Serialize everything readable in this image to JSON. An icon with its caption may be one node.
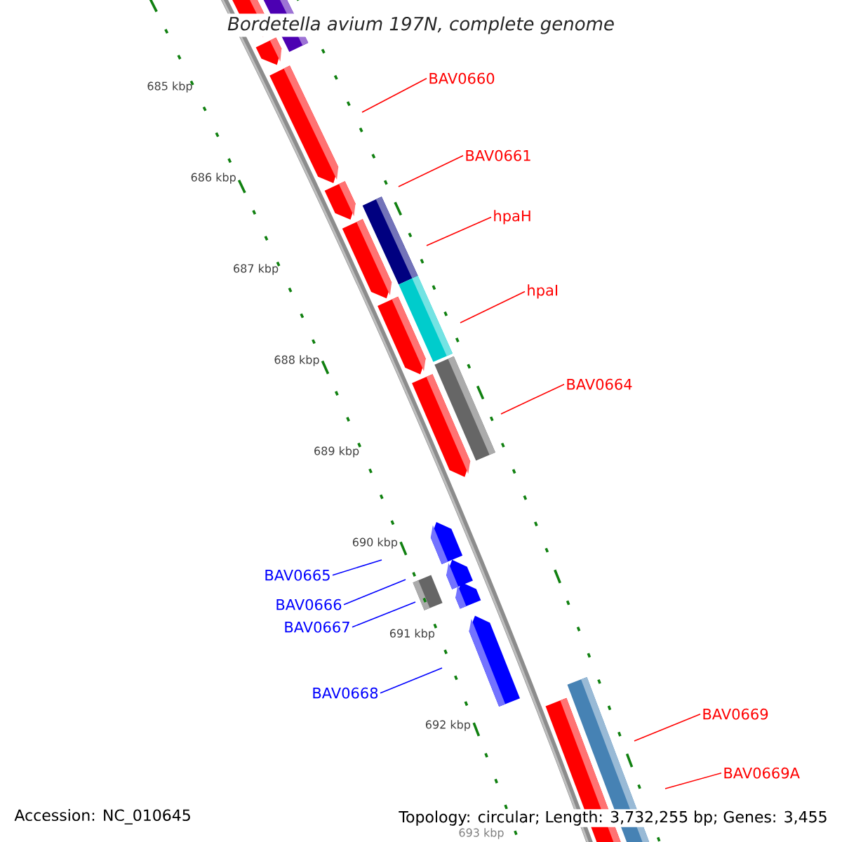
{
  "diagram": {
    "title": "Bordetella avium 197N, complete genome",
    "nodes": [
      {
        "text": [
          "BAV0660"
        ]
      },
      {
        "text": [
          "BAV0661"
        ]
      },
      {
        "text": [
          "hpaH"
        ]
      },
      {
        "text": [
          "hpaI"
        ]
      },
      {
        "text": [
          "BAV0664"
        ]
      },
      {
        "text": [
          "BAV0665"
        ]
      },
      {
        "text": [
          "BAV0666"
        ]
      },
      {
        "text": [
          "BAV0667"
        ]
      },
      {
        "text": [
          "BAV0668"
        ]
      },
      {
        "text": [
          "BAV0669"
        ]
      },
      {
        "text": [
          "BAV0669A"
        ]
      }
    ],
    "edges": [
      {
        "from": 0,
        "to": null,
        "arrow": "none"
      },
      {
        "from": 1,
        "to": null,
        "arrow": "none"
      },
      {
        "from": 2,
        "to": null,
        "arrow": "none"
      },
      {
        "from": 3,
        "to": null,
        "arrow": "none"
      },
      {
        "from": 4,
        "to": null,
        "arrow": "none"
      },
      {
        "from": 5,
        "to": null,
        "arrow": "none",
        "color": "#0000ff"
      },
      {
        "from": 6,
        "to": null,
        "arrow": "none",
        "color": "#0000ff"
      },
      {
        "from": 7,
        "to": null,
        "arrow": "none",
        "color": "#0000ff"
      },
      {
        "from": 8,
        "to": null,
        "arrow": "none",
        "color": "#0000ff"
      },
      {
        "from": 9,
        "to": null,
        "arrow": "none"
      },
      {
        "from": 10,
        "to": null,
        "arrow": "none"
      }
    ],
    "labels": [
      "685 kbp",
      "686 kbp",
      "687 kbp",
      "688 kbp",
      "689 kbp",
      "690 kbp",
      "691 kbp",
      "692 kbp",
      "693 kbp",
      "Accession: NC_010645",
      "Topology: circular; Length: 3,732,255 bp; Genes: 3,455"
    ]
  }
}
